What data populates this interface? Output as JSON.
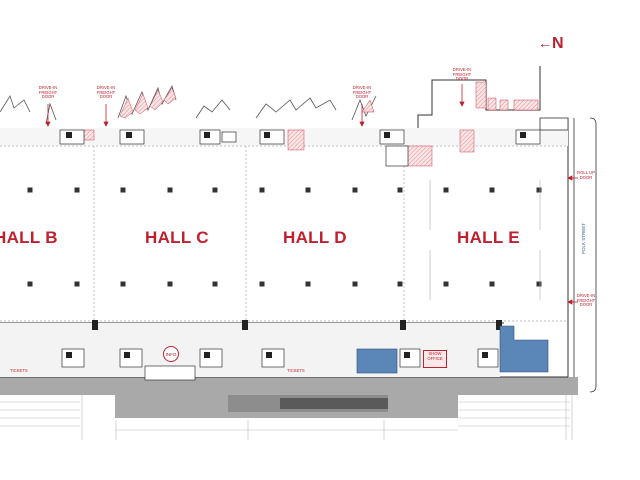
{
  "compass": {
    "label": "N",
    "arrow": "←"
  },
  "halls": [
    {
      "id": "B",
      "label": "HALL B"
    },
    {
      "id": "C",
      "label": "HALL C"
    },
    {
      "id": "D",
      "label": "HALL D"
    },
    {
      "id": "E",
      "label": "HALL E"
    }
  ],
  "freight_doors": [
    {
      "label": "DRIVE-IN FREIGHT DOOR"
    },
    {
      "label": "DRIVE-IN FREIGHT DOOR"
    },
    {
      "label": "DRIVE-IN FREIGHT DOOR"
    },
    {
      "label": "DRIVE-IN FREIGHT DOOR"
    }
  ],
  "side_labels": {
    "rollup_door": "ROLL UP DOOR",
    "polk_street": "POLK STREET",
    "side_freight_door": "DRIVE-IN FREIGHT DOOR"
  },
  "lobby": {
    "info": "INFO",
    "show_office": "SHOW OFFICE",
    "tickets": [
      "TICKETS",
      "TICKETS"
    ]
  },
  "colors": {
    "hall_label": "#c0202e",
    "accent_red": "#c0202e",
    "street_blue": "#2a5e9c",
    "office_blue": "#5b87b8",
    "road_gray": "#a9a9a9",
    "hatch_pink": "#e8a9ae"
  },
  "icons": [
    "north-arrow-icon",
    "info-icon",
    "restroom-icon",
    "escalator-icon"
  ]
}
